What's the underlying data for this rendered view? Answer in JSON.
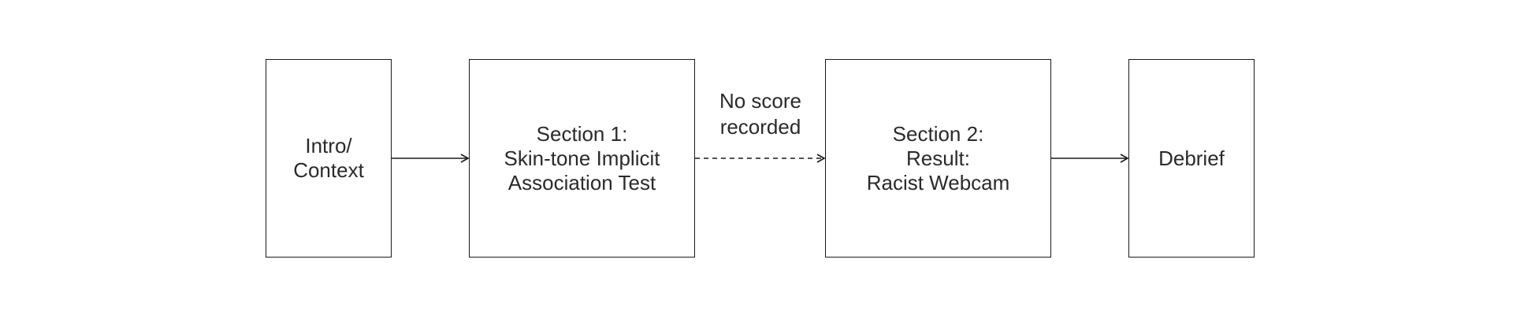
{
  "diagram": {
    "nodes": [
      {
        "id": "intro",
        "lines": [
          "Intro/",
          "Context"
        ]
      },
      {
        "id": "sec1",
        "lines": [
          "Section 1:",
          "Skin-tone Implicit",
          "Association Test"
        ]
      },
      {
        "id": "sec2",
        "lines": [
          "Section 2:",
          "Result:",
          "Racist Webcam"
        ]
      },
      {
        "id": "debrief",
        "lines": [
          "Debrief"
        ]
      }
    ],
    "edges": [
      {
        "from": "intro",
        "to": "sec1",
        "style": "solid",
        "label": []
      },
      {
        "from": "sec1",
        "to": "sec2",
        "style": "dashed",
        "label": [
          "No score",
          "recorded"
        ]
      },
      {
        "from": "sec2",
        "to": "debrief",
        "style": "solid",
        "label": []
      }
    ]
  }
}
